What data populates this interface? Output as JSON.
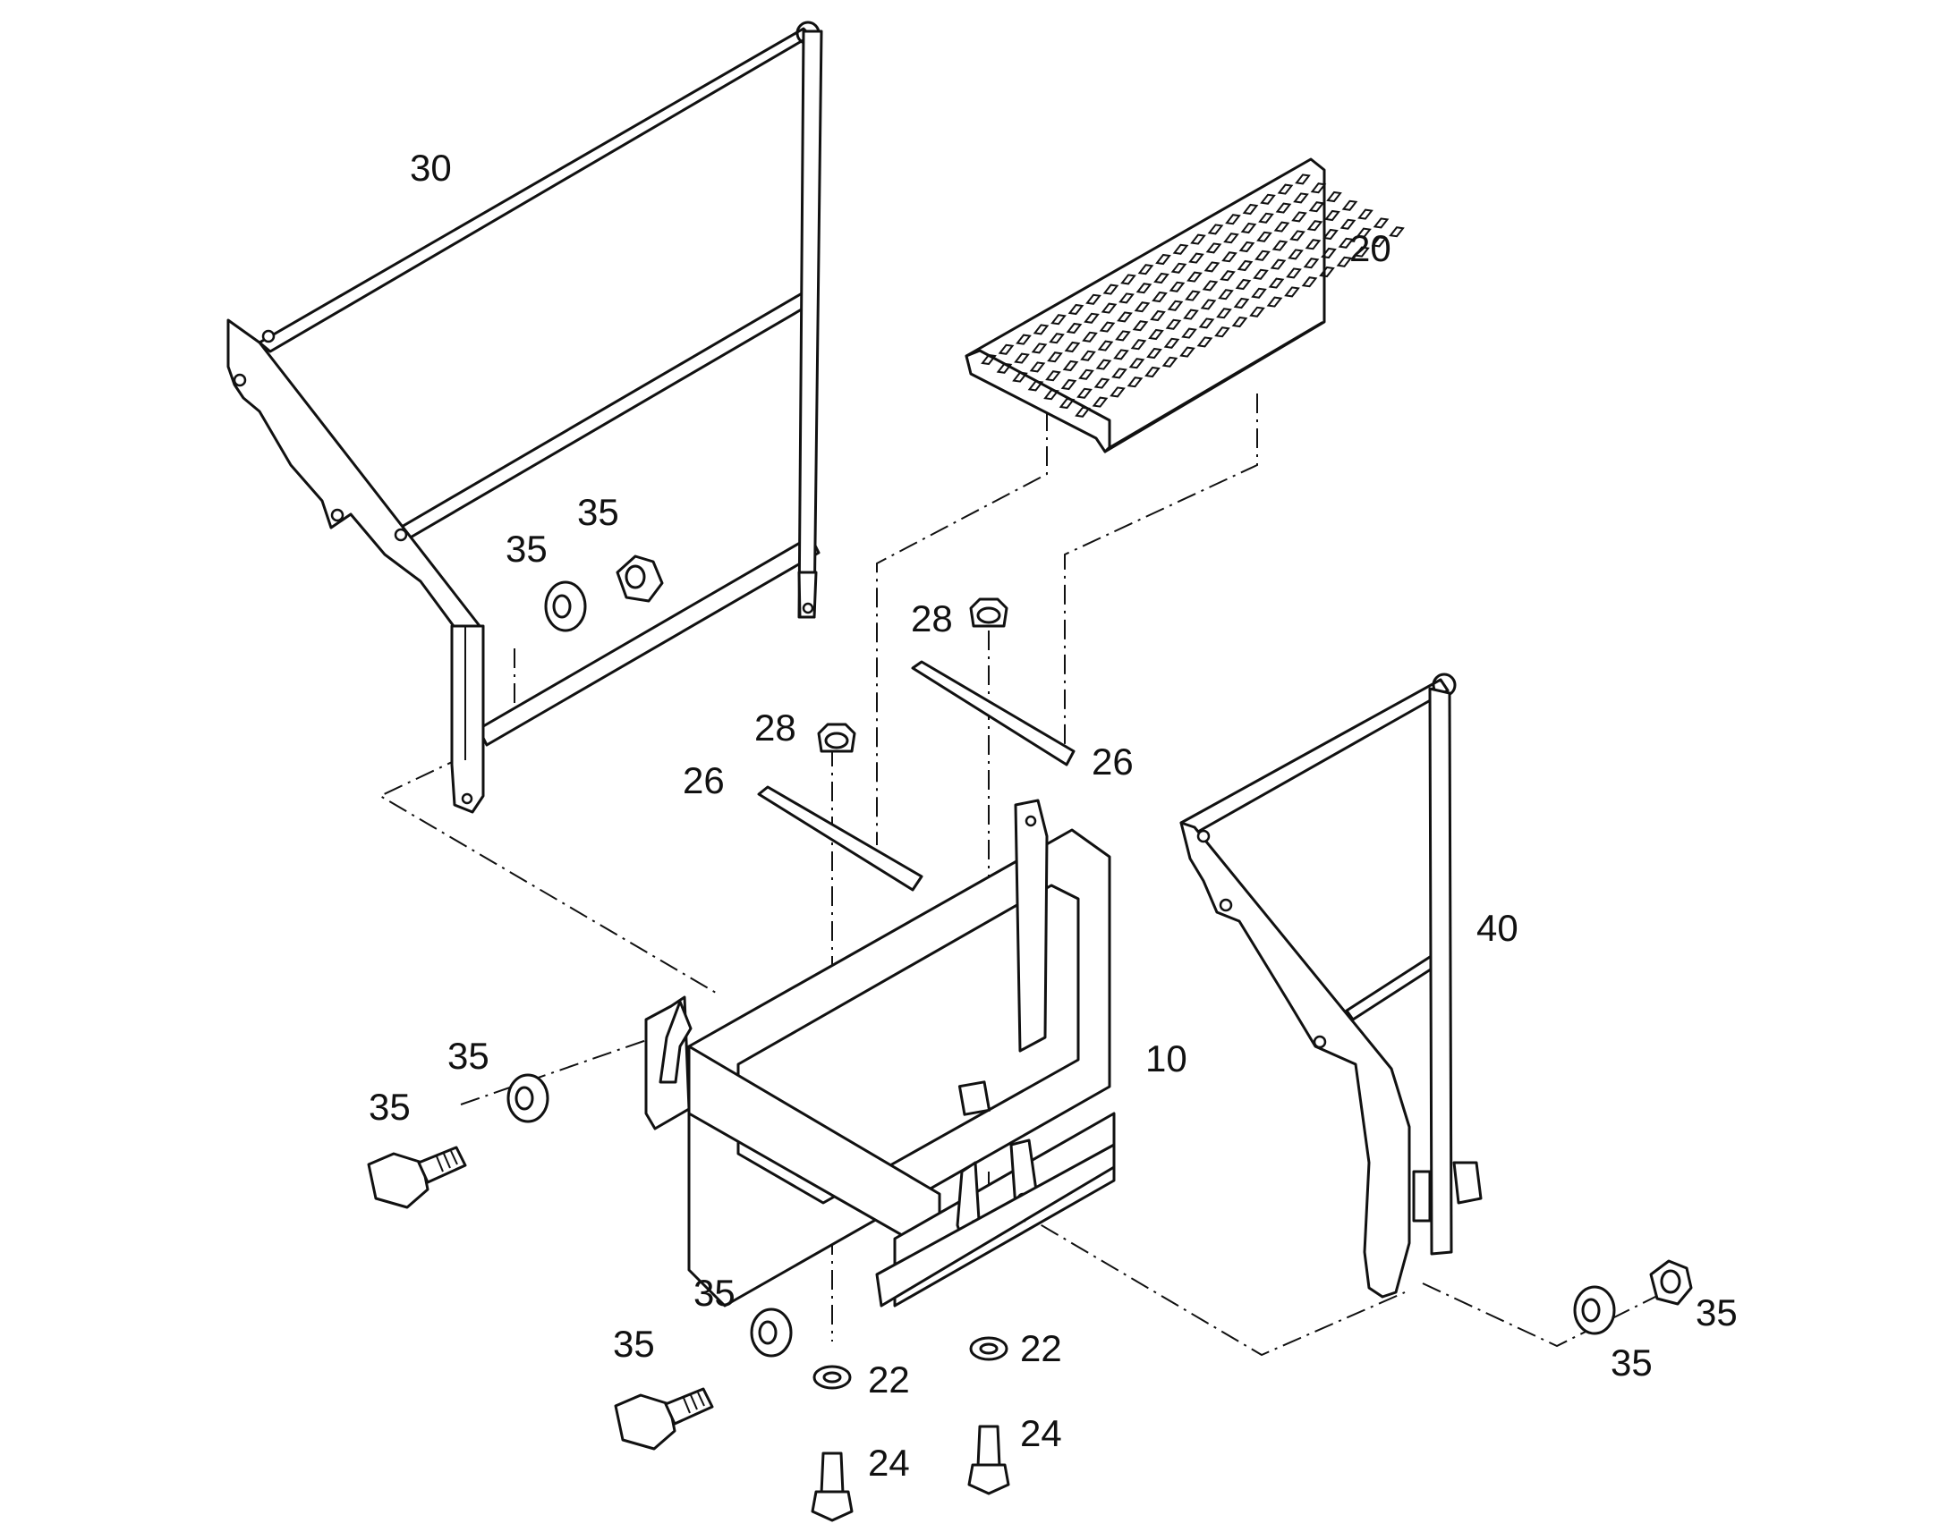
{
  "callouts": {
    "c30": "30",
    "c20": "20",
    "c35_a": "35",
    "c35_b": "35",
    "c28_a": "28",
    "c28_b": "28",
    "c26_a": "26",
    "c26_b": "26",
    "c40": "40",
    "c10": "10",
    "c35_c": "35",
    "c35_d": "35",
    "c35_e": "35",
    "c35_f": "35",
    "c22_a": "22",
    "c22_b": "22",
    "c24_a": "24",
    "c24_b": "24",
    "c35_g": "35",
    "c35_h": "35"
  }
}
